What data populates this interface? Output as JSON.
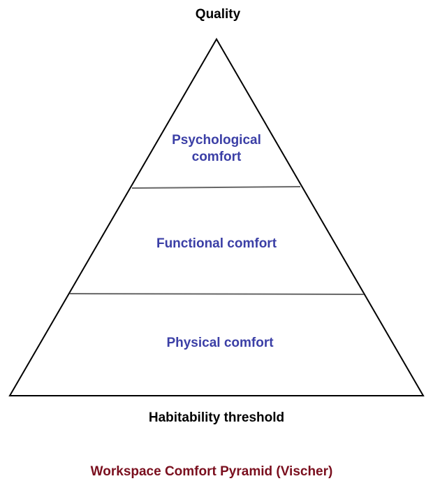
{
  "diagram": {
    "title": "Workspace Comfort Pyramid (Vischer)",
    "top_label": "Quality",
    "bottom_label": "Habitability threshold",
    "tiers": [
      {
        "label_line1": "Psychological",
        "label_line2": "comfort"
      },
      {
        "label": "Functional comfort"
      },
      {
        "label": "Physical comfort"
      }
    ],
    "colors": {
      "tier_text": "#3b3fa6",
      "caption": "#7a0f1e",
      "outline": "#000000",
      "divider": "#666666"
    }
  }
}
